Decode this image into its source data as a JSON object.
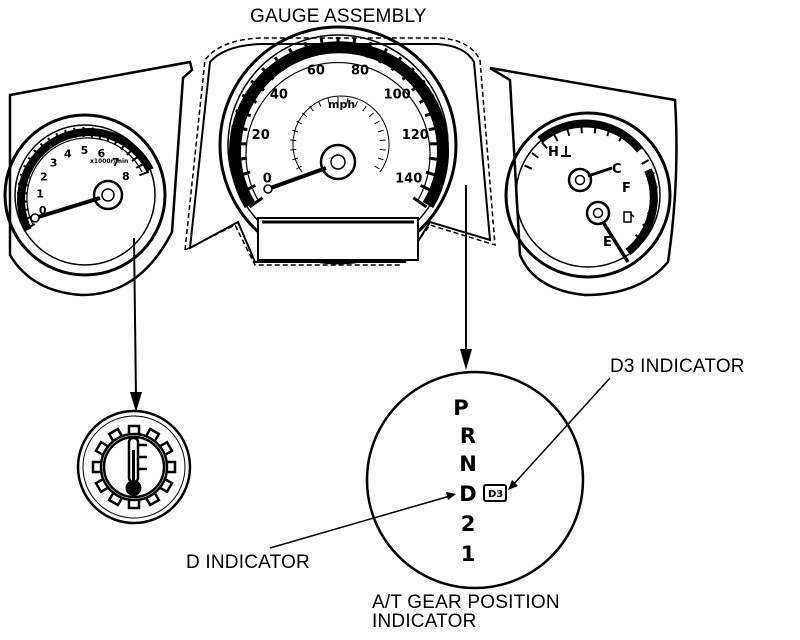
{
  "labels": {
    "title": "GAUGE ASSEMBLY",
    "d3_indicator": "D3 INDICATOR",
    "d_indicator": "D INDICATOR",
    "at_line1": "A/T GEAR POSITION",
    "at_line2": "INDICATOR"
  },
  "speedometer": {
    "unit": "mph",
    "ticks": [
      "0",
      "20",
      "40",
      "60",
      "80",
      "100",
      "120",
      "140"
    ]
  },
  "tachometer": {
    "unit": "x1000r/min",
    "ticks": [
      "0",
      "1",
      "2",
      "3",
      "4",
      "5",
      "6",
      "7",
      "8"
    ]
  },
  "right_gauge": {
    "temp_hot": "H",
    "temp_cold": "C",
    "fuel_full": "F",
    "fuel_empty": "E"
  },
  "gear_indicator": {
    "gears": [
      "P",
      "R",
      "N",
      "D",
      "2",
      "1"
    ],
    "d3_badge": "D3"
  }
}
